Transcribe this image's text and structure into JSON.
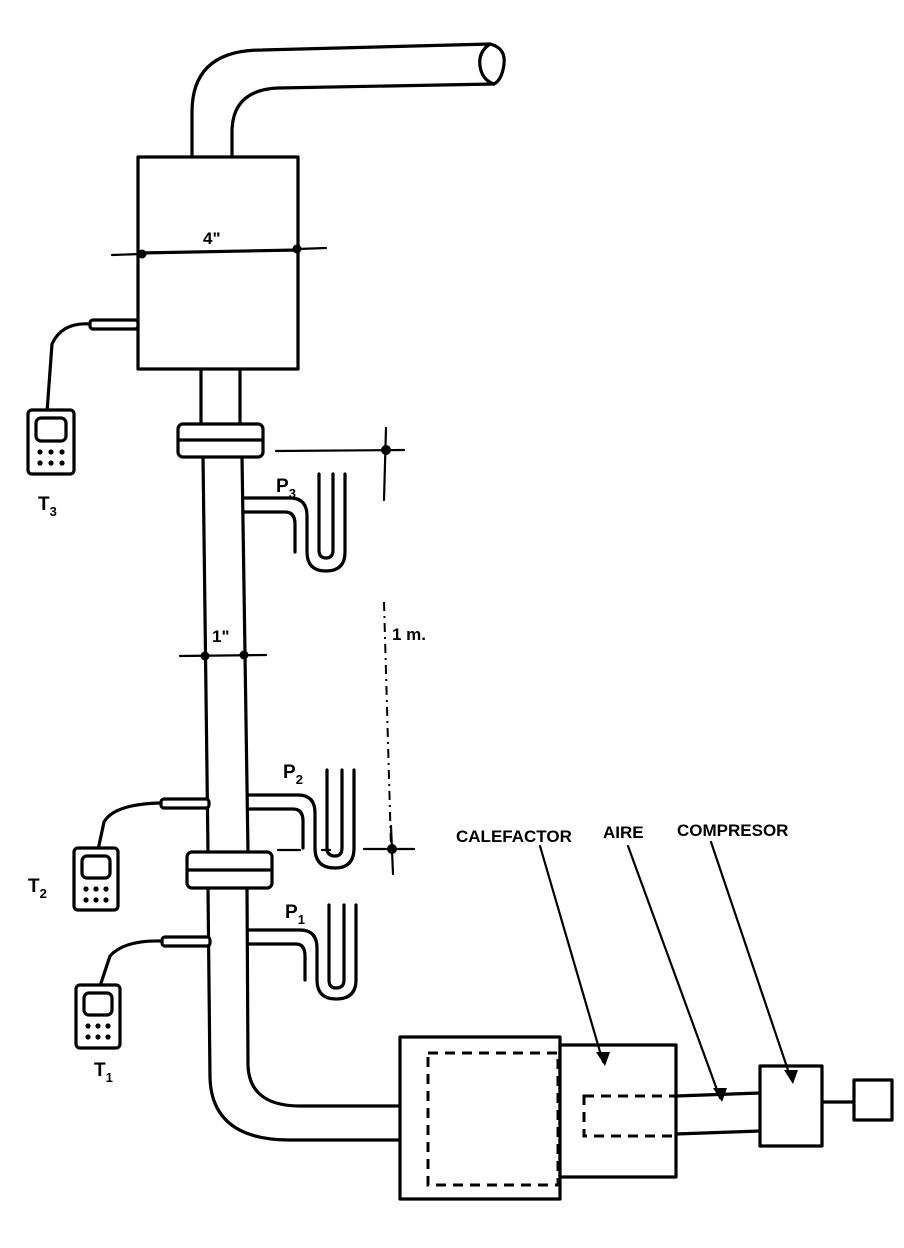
{
  "labels": {
    "large_diameter": "4\"",
    "small_diameter": "1\"",
    "distance": "1 m.",
    "heater": "CALEFACTOR",
    "air": "AIRE",
    "compressor": "COMPRESOR"
  },
  "pressure_taps": [
    {
      "letter": "P",
      "sub": "3"
    },
    {
      "letter": "P",
      "sub": "2"
    },
    {
      "letter": "P",
      "sub": "1"
    }
  ],
  "thermometers": [
    {
      "letter": "T",
      "sub": "3"
    },
    {
      "letter": "T",
      "sub": "2"
    },
    {
      "letter": "T",
      "sub": "1"
    }
  ]
}
